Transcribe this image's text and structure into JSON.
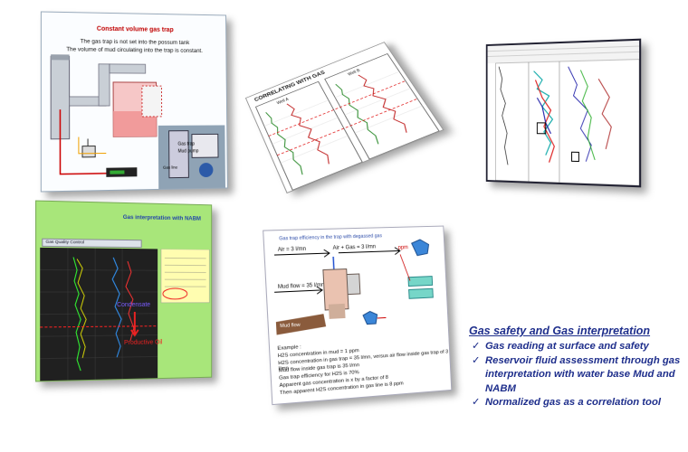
{
  "card_trap": {
    "title": "Constant volume gas trap",
    "line1": "The gas trap is not set into the possum tank",
    "line2": "The volume of mud circulating into the trap is constant.",
    "labels": [
      "Gas trap",
      "Mud pump",
      "Gas line"
    ]
  },
  "card_corr": {
    "title": "CORRELATING WITH GAS",
    "well_a": "Well A",
    "well_b": "Well B"
  },
  "card_nabm": {
    "title": "Gas interpretation with NABM",
    "tab": "Gas Quality Control",
    "condensate": "Condensate",
    "oil": "Productive Oil"
  },
  "card_mud": {
    "title": "Gas trap efficiency in the trap with degassed gas",
    "air_in": "Air = 3 l/mn",
    "air_gas": "Air + Gas = 3 l/mn",
    "mud_in": "Mud flow = 35 l/mn",
    "mud_flow": "Mud flow",
    "ppm": "ppm",
    "notes": [
      "Example :",
      "H2S concentration in mud = 1 ppm",
      "H2S concentration in gas trap = 35 l/mn, versus air flow inside gas trap of 3 l/mn",
      "Mud flow inside gas trap is 35 l/mn",
      "Gas trap efficiency for H2S is 70%",
      "Apparent gas concentration is x by a factor of 8",
      "Then apparent H2S concentration in gas line is 8 ppm"
    ]
  },
  "summary": {
    "heading": "Gas safety and Gas interpretation",
    "items": [
      "Gas reading at surface and safety",
      "Reservoir fluid assessment through gas interpretation with water base Mud and NABM",
      "Normalized gas as a correlation tool"
    ]
  },
  "colors": {
    "accent_text": "#1f2f8c",
    "nabm_bg": "#a8e67a",
    "title_red": "#c00000"
  }
}
